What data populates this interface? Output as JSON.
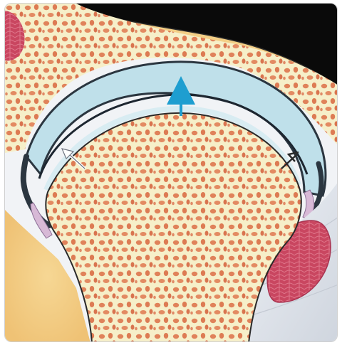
{
  "figure": {
    "subject": "joint-cross-section-illustration",
    "colors": {
      "background_dark": "#0a0a0a",
      "soft_tissue_yellow": "#f3cf86",
      "bone_matrix": "#f6efc9",
      "bone_pores": "#e0825a",
      "cartilage_blue": "#bfe0ea",
      "capsule_dark": "#2b3640",
      "meniscus_pink": "#d7b9d6",
      "fat_pad_red": "#c94660",
      "ligament_gray": "#dfe3ea",
      "arrow_cyan": "#1e9ed0",
      "arrow_gray": "#6f7480"
    },
    "arrows": [
      {
        "id": "arrow-top",
        "icon": "arrow-up-icon",
        "color": "#1e9ed0"
      },
      {
        "id": "arrow-left",
        "icon": "arrow-up-left-icon",
        "color": "#ffffff"
      },
      {
        "id": "arrow-right",
        "icon": "arrow-up-right-icon",
        "color": "#2a2a2a"
      }
    ]
  }
}
